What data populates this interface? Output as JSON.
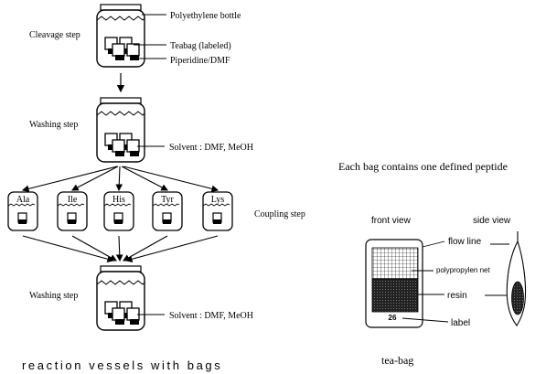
{
  "steps": {
    "cleavage": "Cleavage step",
    "washing_1": "Washing step",
    "coupling": "Coupling step",
    "washing_2": "Washing step"
  },
  "callouts": {
    "bottle": "Polyethylene bottle",
    "teabag": "Teabag (labeled)",
    "reagent": "Piperidine/DMF",
    "solvent_1": "Solvent : DMF, MeOH",
    "solvent_2": "Solvent : DMF, MeOH"
  },
  "amino_acids": [
    "Ala",
    "Ile",
    "His",
    "Tyr",
    "Lys"
  ],
  "captions": {
    "left": "reaction vessels with bags",
    "right": "tea-bag",
    "note": "Each bag contains one defined peptide"
  },
  "teabag_detail": {
    "front_view": "front view",
    "side_view": "side view",
    "flow_line": "flow line",
    "net": "polypropylen net",
    "resin": "resin",
    "label": "label",
    "bag_number": "26"
  }
}
